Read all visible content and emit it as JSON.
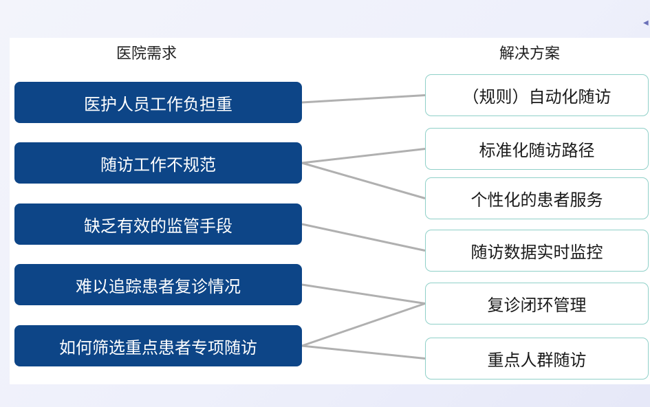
{
  "headings": {
    "left": "医院需求",
    "right": "解决方案"
  },
  "needs": [
    "医护人员工作负担重",
    "随访工作不规范",
    "缺乏有效的监管手段",
    "难以追踪患者复诊情况",
    "如何筛选重点患者专项随访"
  ],
  "solutions": [
    "（规则）自动化随访",
    "标准化随访路径",
    "个性化的患者服务",
    "随访数据实时监控",
    "复诊闭环管理",
    "重点人群随访"
  ],
  "connections": [
    {
      "from": 0,
      "to": 0
    },
    {
      "from": 1,
      "to": 1
    },
    {
      "from": 1,
      "to": 2
    },
    {
      "from": 2,
      "to": 3
    },
    {
      "from": 3,
      "to": 4
    },
    {
      "from": 4,
      "to": 4
    },
    {
      "from": 4,
      "to": 5
    }
  ],
  "colors": {
    "need_box": "#0d4587",
    "solution_border": "#8fd0c8",
    "connector": "#b0b0b0"
  }
}
